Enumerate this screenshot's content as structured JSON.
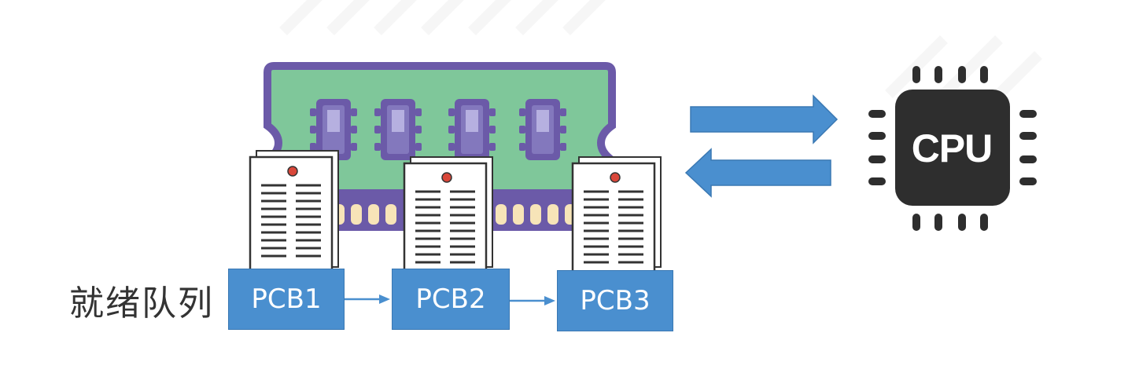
{
  "queue_label": "就绪队列",
  "pcbs": [
    {
      "label": "PCB1"
    },
    {
      "label": "PCB2"
    },
    {
      "label": "PCB3"
    }
  ],
  "cpu": {
    "label": "CPU"
  },
  "colors": {
    "pcb_fill": "#4a8fcf",
    "arrow_fill": "#4a8fcf",
    "ram_board": "#7fc79a",
    "ram_frame": "#6b5aa8",
    "ram_chip": "#8378bd",
    "cpu_body": "#2e2e2e"
  },
  "icons": [
    "ram-module-icon",
    "document-icon",
    "cpu-chip-icon",
    "arrow-right-icon",
    "arrow-left-icon"
  ]
}
